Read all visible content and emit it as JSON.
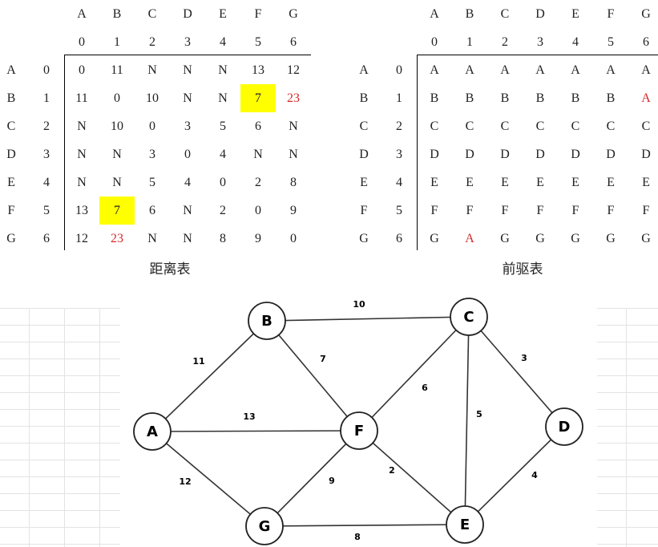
{
  "col_letters": [
    "A",
    "B",
    "C",
    "D",
    "E",
    "F",
    "G"
  ],
  "col_indices": [
    "0",
    "1",
    "2",
    "3",
    "4",
    "5",
    "6"
  ],
  "row_letters": [
    "A",
    "B",
    "C",
    "D",
    "E",
    "F",
    "G"
  ],
  "row_indices": [
    "0",
    "1",
    "2",
    "3",
    "4",
    "5",
    "6"
  ],
  "distance_table": {
    "caption": "距离表",
    "rows": [
      [
        "0",
        "11",
        "N",
        "N",
        "N",
        "13",
        "12"
      ],
      [
        "11",
        "0",
        "10",
        "N",
        "N",
        "7",
        "23"
      ],
      [
        "N",
        "10",
        "0",
        "3",
        "5",
        "6",
        "N"
      ],
      [
        "N",
        "N",
        "3",
        "0",
        "4",
        "N",
        "N"
      ],
      [
        "N",
        "N",
        "5",
        "4",
        "0",
        "2",
        "8"
      ],
      [
        "13",
        "7",
        "6",
        "N",
        "2",
        "0",
        "9"
      ],
      [
        "12",
        "23",
        "N",
        "N",
        "8",
        "9",
        "0"
      ]
    ],
    "highlighted": [
      [
        1,
        5
      ],
      [
        5,
        1
      ]
    ],
    "red": [
      [
        1,
        6
      ],
      [
        6,
        1
      ]
    ]
  },
  "predecessor_table": {
    "caption": "前驱表",
    "rows": [
      [
        "A",
        "A",
        "A",
        "A",
        "A",
        "A",
        "A"
      ],
      [
        "B",
        "B",
        "B",
        "B",
        "B",
        "B",
        "A"
      ],
      [
        "C",
        "C",
        "C",
        "C",
        "C",
        "C",
        "C"
      ],
      [
        "D",
        "D",
        "D",
        "D",
        "D",
        "D",
        "D"
      ],
      [
        "E",
        "E",
        "E",
        "E",
        "E",
        "E",
        "E"
      ],
      [
        "F",
        "F",
        "F",
        "F",
        "F",
        "F",
        "F"
      ],
      [
        "G",
        "A",
        "G",
        "G",
        "G",
        "G",
        "G"
      ]
    ],
    "red": [
      [
        1,
        6
      ],
      [
        6,
        1
      ]
    ]
  },
  "graph": {
    "nodes": [
      "A",
      "B",
      "C",
      "D",
      "E",
      "F",
      "G"
    ],
    "edges": [
      {
        "from": "A",
        "to": "B",
        "weight": "11"
      },
      {
        "from": "A",
        "to": "F",
        "weight": "13"
      },
      {
        "from": "A",
        "to": "G",
        "weight": "12"
      },
      {
        "from": "B",
        "to": "C",
        "weight": "10"
      },
      {
        "from": "B",
        "to": "F",
        "weight": "7"
      },
      {
        "from": "C",
        "to": "F",
        "weight": "6"
      },
      {
        "from": "C",
        "to": "E",
        "weight": "5"
      },
      {
        "from": "C",
        "to": "D",
        "weight": "3"
      },
      {
        "from": "D",
        "to": "E",
        "weight": "4"
      },
      {
        "from": "F",
        "to": "E",
        "weight": "2"
      },
      {
        "from": "F",
        "to": "G",
        "weight": "9"
      },
      {
        "from": "G",
        "to": "E",
        "weight": "8"
      }
    ]
  }
}
